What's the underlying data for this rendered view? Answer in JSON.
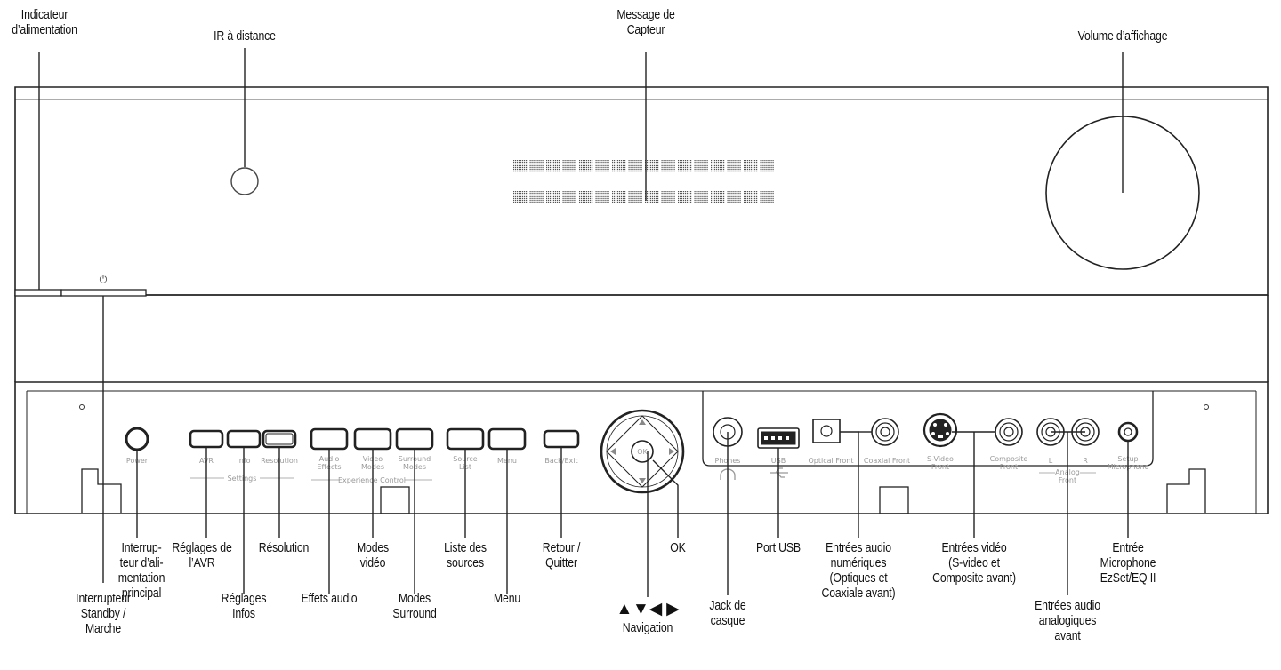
{
  "front_panel": {
    "standby_symbol": "⏻",
    "button_labels": {
      "power": "Power",
      "avr": "AVR",
      "info": "Info",
      "resolution": "Resolution",
      "audio_effects": "Audio\nEffects",
      "video_modes": "Video\nModes",
      "surround_modes": "Surround\nModes",
      "source_list": "Source\nList",
      "menu": "Menu",
      "back_exit": "Back/Exit",
      "ok": "OK"
    },
    "group_labels": {
      "settings": "Settings",
      "experience_control": "Experience Control"
    },
    "jack_labels": {
      "phones": "Phones",
      "usb": "USB",
      "optical_front": "Optical Front",
      "coaxial_front": "Coaxial Front",
      "svideo_front": "S-Video\nFront",
      "composite_front": "Composite\nFront",
      "analog_l": "L",
      "analog_r": "R",
      "analog_front": "Analog\nFront",
      "setup_microphone": "Setup\nMicrophone"
    }
  },
  "callouts": {
    "indicateur_alimentation": "Indicateur\nd’alimentation",
    "ir_distance": "IR à distance",
    "message_capteur": "Message de\nCapteur",
    "volume_affichage": "Volume d’affichage",
    "interrupteur_principal": "Interrup-\nteur d’ali-\nmentation\nprincipal",
    "reglages_avr": "Réglages de\nl’AVR",
    "resolution": "Résolution",
    "modes_video": "Modes\nvidéo",
    "liste_sources": "Liste des\nsources",
    "retour_quitter": "Retour /\nQuitter",
    "ok": "OK",
    "port_usb": "Port USB",
    "entrees_audio_numeriques": "Entrées audio\nnumériques\n(Optiques et\nCoaxiale avant)",
    "entrees_video": "Entrées vidéo\n(S-video et\nComposite avant)",
    "entree_microphone": "Entrée\nMicrophone\nEzSet/EQ II",
    "interrupteur_standby": "Interrupteur\nStandby /\nMarche",
    "reglages_infos": "Réglages\nInfos",
    "effets_audio": "Effets audio",
    "modes_surround": "Modes\nSurround",
    "menu": "Menu",
    "navigation_arrows": "▲▼◀ ▶",
    "navigation": "Navigation",
    "jack_casque": "Jack de\ncasque",
    "entrees_audio_analogiques": "Entrées audio\nanalogiques\navant"
  }
}
